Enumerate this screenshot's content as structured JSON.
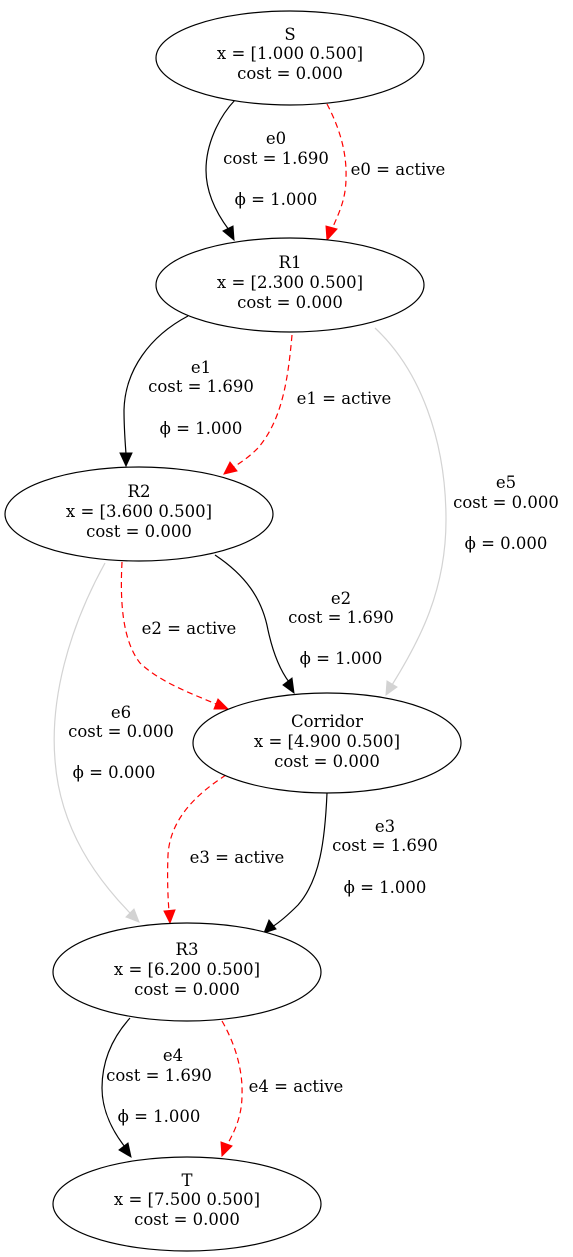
{
  "nodes": [
    {
      "id": "S",
      "title": "S",
      "x_label": "x = [1.000 0.500]",
      "cost_label": "cost = 0.000"
    },
    {
      "id": "R1",
      "title": "R1",
      "x_label": "x = [2.300 0.500]",
      "cost_label": "cost = 0.000"
    },
    {
      "id": "R2",
      "title": "R2",
      "x_label": "x = [3.600 0.500]",
      "cost_label": "cost = 0.000"
    },
    {
      "id": "Corridor",
      "title": "Corridor",
      "x_label": "x = [4.900 0.500]",
      "cost_label": "cost = 0.000"
    },
    {
      "id": "R3",
      "title": "R3",
      "x_label": "x = [6.200 0.500]",
      "cost_label": "cost = 0.000"
    },
    {
      "id": "T",
      "title": "T",
      "x_label": "x = [7.500 0.500]",
      "cost_label": "cost = 0.000"
    }
  ],
  "edges": [
    {
      "id": "e0",
      "from": "S",
      "to": "R1",
      "name": "e0",
      "cost_label": "cost = 1.690",
      "phi_label": "ϕ = 1.000",
      "active_label": "e0 = active"
    },
    {
      "id": "e1",
      "from": "R1",
      "to": "R2",
      "name": "e1",
      "cost_label": "cost = 1.690",
      "phi_label": "ϕ = 1.000",
      "active_label": "e1 = active"
    },
    {
      "id": "e2",
      "from": "R2",
      "to": "Corridor",
      "name": "e2",
      "cost_label": "cost = 1.690",
      "phi_label": "ϕ = 1.000",
      "active_label": "e2 = active"
    },
    {
      "id": "e3",
      "from": "Corridor",
      "to": "R3",
      "name": "e3",
      "cost_label": "cost = 1.690",
      "phi_label": "ϕ = 1.000",
      "active_label": "e3 = active"
    },
    {
      "id": "e4",
      "from": "R3",
      "to": "T",
      "name": "e4",
      "cost_label": "cost = 1.690",
      "phi_label": "ϕ = 1.000",
      "active_label": "e4 = active"
    },
    {
      "id": "e5",
      "from": "R1",
      "to": "Corridor",
      "name": "e5",
      "cost_label": "cost = 0.000",
      "phi_label": "ϕ = 0.000",
      "active_label": ""
    },
    {
      "id": "e6",
      "from": "R2",
      "to": "R3",
      "name": "e6",
      "cost_label": "cost = 0.000",
      "phi_label": "ϕ = 0.000",
      "active_label": ""
    }
  ],
  "colors": {
    "active_edge": "#ff0000",
    "solid_edge": "#000000",
    "inactive_edge": "#d3d3d3"
  }
}
